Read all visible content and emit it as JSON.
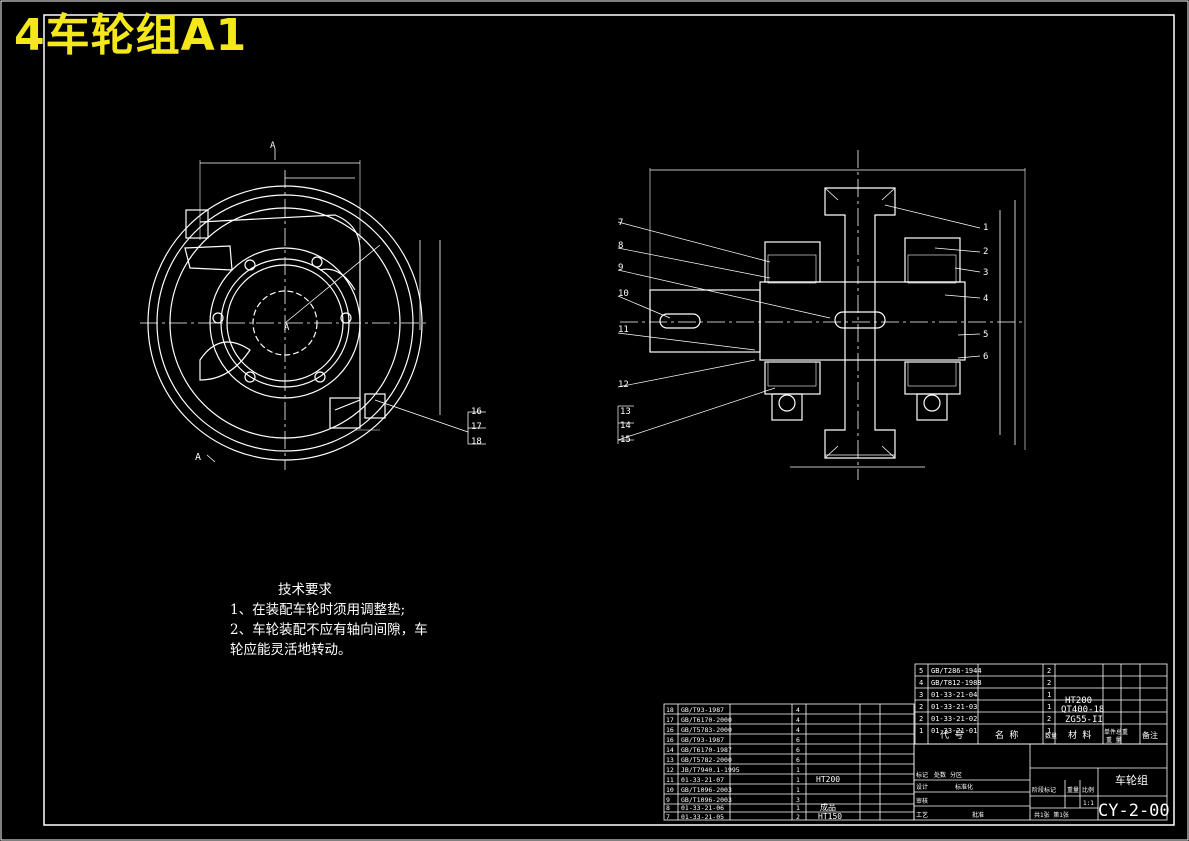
{
  "title": "4车轮组A1",
  "section_labels": {
    "a_top": "A",
    "a_bottom": "A",
    "a_center": "A"
  },
  "requirements": {
    "heading": "技术要求",
    "lines": [
      "1、在装配车轮时须用调整垫;",
      "2、车轮装配不应有轴向间隙，车",
      "轮应能灵活地转动。"
    ]
  },
  "balloons_left_view": [
    "16",
    "17",
    "18"
  ],
  "balloons_section_left": [
    "7",
    "8",
    "9",
    "10",
    "11",
    "12",
    "13",
    "14",
    "15"
  ],
  "balloons_section_right": [
    "1",
    "2",
    "3",
    "4",
    "5",
    "6"
  ],
  "bom_upper": [
    {
      "no": "5",
      "code": "GB/T286-1944",
      "qty": "2",
      "mat": ""
    },
    {
      "no": "4",
      "code": "GB/T812-1988",
      "qty": "2",
      "mat": ""
    },
    {
      "no": "3",
      "code": "01-33-21-04",
      "qty": "1",
      "mat": ""
    },
    {
      "no": "2",
      "code": "01-33-21-03",
      "qty": "1",
      "mat": "HT200"
    },
    {
      "no": "2",
      "code": "01-33-21-02",
      "qty": "2",
      "mat": "QT400-18"
    },
    {
      "no": "1",
      "code": "01-33-21-01",
      "qty": "1",
      "mat": "ZG55-II"
    }
  ],
  "bom_header": {
    "code": "代 号",
    "name": "名 称",
    "qty": "数量",
    "mat": "材 料",
    "weight": "单件总重",
    "weight2": "重 量",
    "note": "备注"
  },
  "bom_lower": [
    {
      "no": "18",
      "code": "GB/T93-1987",
      "qty": "4",
      "mat": ""
    },
    {
      "no": "17",
      "code": "GB/T6170-2000",
      "qty": "4",
      "mat": ""
    },
    {
      "no": "16",
      "code": "GB/T5783-2000",
      "qty": "4",
      "mat": ""
    },
    {
      "no": "16",
      "code": "GB/T93-1987",
      "qty": "6",
      "mat": ""
    },
    {
      "no": "14",
      "code": "GB/T6170-1987",
      "qty": "6",
      "mat": ""
    },
    {
      "no": "13",
      "code": "GB/T5782-2000",
      "qty": "6",
      "mat": ""
    },
    {
      "no": "12",
      "code": "JB/T7940.1-1995",
      "qty": "1",
      "mat": ""
    },
    {
      "no": "11",
      "code": "01-33-21-07",
      "qty": "1",
      "mat": "HT200"
    },
    {
      "no": "10",
      "code": "GB/T1096-2003",
      "qty": "1",
      "mat": ""
    },
    {
      "no": "9",
      "code": "GB/T1096-2003",
      "qty": "3",
      "mat": ""
    },
    {
      "no": "8",
      "code": "01-33-21-06",
      "qty": "1",
      "mat": "成品"
    },
    {
      "no": "7",
      "code": "01-33-21-05",
      "qty": "2",
      "mat": "HT150"
    }
  ],
  "title_block": {
    "name": "车轮组",
    "drawing_no": "CY-2-00",
    "scale": "1:1",
    "stage": "阶段标记",
    "weight": "重量",
    "ratio": "比例",
    "sheets": "共1张 第1张",
    "design": "设计",
    "std": "标准化",
    "check": "审核",
    "process": "工艺",
    "approve": "批准",
    "mark": "标记",
    "count": "处数",
    "zone": "分区"
  }
}
